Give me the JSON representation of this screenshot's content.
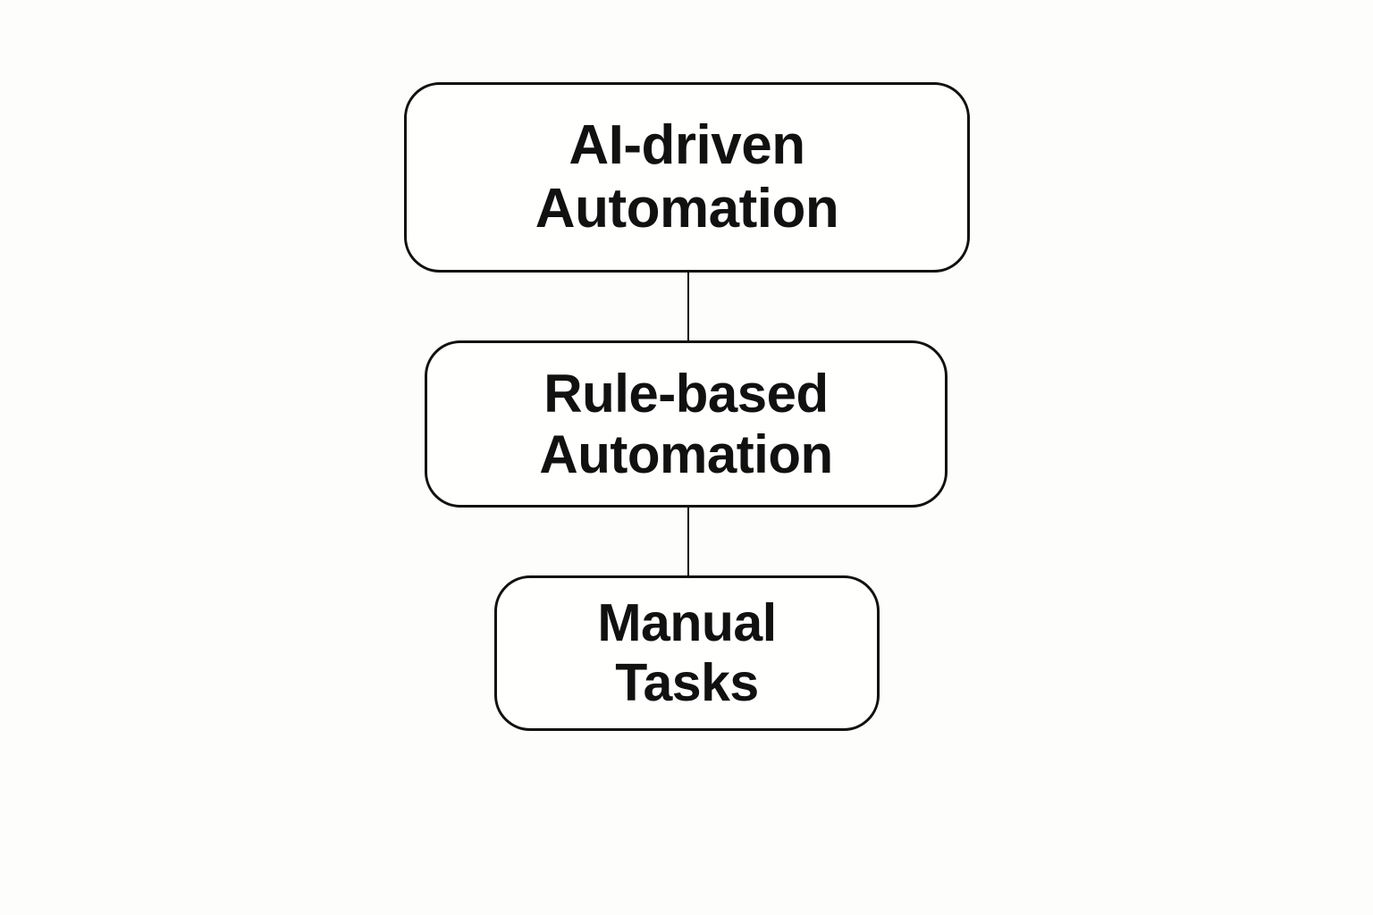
{
  "diagram": {
    "type": "flowchart-vertical",
    "background_color": "#fdfdfc",
    "stroke_color": "#111111",
    "fill_color": "#fffffe",
    "nodes": [
      {
        "id": "ai-driven-automation",
        "label": "AI-driven\nAutomation",
        "line1": "AI-driven",
        "line2": "Automation",
        "shape": "rounded-rectangle",
        "level": 1
      },
      {
        "id": "rule-based-automation",
        "label": "Rule-based\nAutomation",
        "line1": "Rule-based",
        "line2": "Automation",
        "shape": "rounded-rectangle",
        "level": 2
      },
      {
        "id": "manual-tasks",
        "label": "Manual\nTasks",
        "line1": "Manual",
        "line2": "Tasks",
        "shape": "rounded-rectangle",
        "level": 3
      }
    ],
    "edges": [
      {
        "id": "ai-to-rule",
        "from": "ai-driven-automation",
        "to": "rule-based-automation",
        "style": "straight-line"
      },
      {
        "id": "rule-to-manual",
        "from": "rule-based-automation",
        "to": "manual-tasks",
        "style": "straight-line"
      }
    ]
  }
}
